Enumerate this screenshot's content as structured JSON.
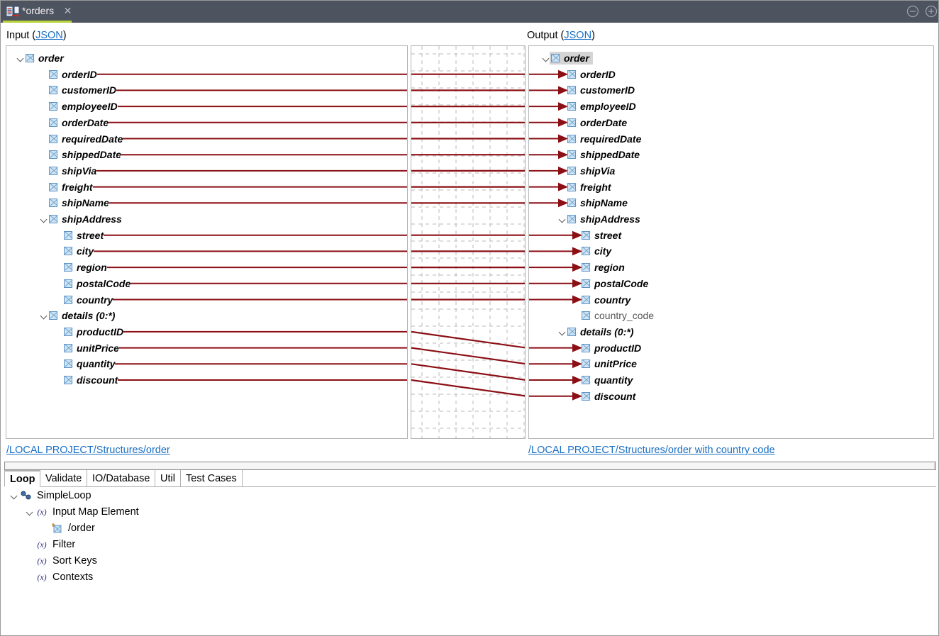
{
  "window": {
    "tab_title": "*orders",
    "tab_icon": "map-transform-icon",
    "close_icon": "close-icon",
    "minimize_icon": "minimize-icon",
    "maximize_icon": "maximize-icon",
    "accent_color": "#b7d13a",
    "titlebar_color": "#4e5360"
  },
  "input_panel": {
    "label_prefix": "Input (",
    "label_link": "JSON",
    "label_suffix": ")",
    "footer_link": "/LOCAL PROJECT/Structures/order",
    "tree": [
      {
        "label": "order",
        "indent": 0,
        "twisty": true,
        "checkbox": true,
        "style": "bold-italic",
        "connected": false
      },
      {
        "label": "orderID",
        "indent": 1,
        "twisty": false,
        "checkbox": true,
        "style": "bold-italic",
        "connected": true
      },
      {
        "label": "customerID",
        "indent": 1,
        "twisty": false,
        "checkbox": true,
        "style": "bold-italic",
        "connected": true
      },
      {
        "label": "employeeID",
        "indent": 1,
        "twisty": false,
        "checkbox": true,
        "style": "bold-italic",
        "connected": true
      },
      {
        "label": "orderDate",
        "indent": 1,
        "twisty": false,
        "checkbox": true,
        "style": "bold-italic",
        "connected": true
      },
      {
        "label": "requiredDate",
        "indent": 1,
        "twisty": false,
        "checkbox": true,
        "style": "bold-italic",
        "connected": true
      },
      {
        "label": "shippedDate",
        "indent": 1,
        "twisty": false,
        "checkbox": true,
        "style": "bold-italic",
        "connected": true
      },
      {
        "label": "shipVia",
        "indent": 1,
        "twisty": false,
        "checkbox": true,
        "style": "bold-italic",
        "connected": true
      },
      {
        "label": "freight",
        "indent": 1,
        "twisty": false,
        "checkbox": true,
        "style": "bold-italic",
        "connected": true
      },
      {
        "label": "shipName",
        "indent": 1,
        "twisty": false,
        "checkbox": true,
        "style": "bold-italic",
        "connected": true
      },
      {
        "label": "shipAddress",
        "indent": 1,
        "twisty": true,
        "checkbox": true,
        "style": "bold-italic",
        "connected": false
      },
      {
        "label": "street",
        "indent": 2,
        "twisty": false,
        "checkbox": true,
        "style": "bold-italic",
        "connected": true
      },
      {
        "label": "city",
        "indent": 2,
        "twisty": false,
        "checkbox": true,
        "style": "bold-italic",
        "connected": true
      },
      {
        "label": "region",
        "indent": 2,
        "twisty": false,
        "checkbox": true,
        "style": "bold-italic",
        "connected": true
      },
      {
        "label": "postalCode",
        "indent": 2,
        "twisty": false,
        "checkbox": true,
        "style": "bold-italic",
        "connected": true
      },
      {
        "label": "country",
        "indent": 2,
        "twisty": false,
        "checkbox": true,
        "style": "bold-italic",
        "connected": true
      },
      {
        "label": "details (0:*)",
        "indent": 1,
        "twisty": true,
        "checkbox": true,
        "style": "bold-italic",
        "connected": false
      },
      {
        "label": "productID",
        "indent": 2,
        "twisty": false,
        "checkbox": true,
        "style": "bold-italic",
        "connected": true
      },
      {
        "label": "unitPrice",
        "indent": 2,
        "twisty": false,
        "checkbox": true,
        "style": "bold-italic",
        "connected": true
      },
      {
        "label": "quantity",
        "indent": 2,
        "twisty": false,
        "checkbox": true,
        "style": "bold-italic",
        "connected": true
      },
      {
        "label": "discount",
        "indent": 2,
        "twisty": false,
        "checkbox": true,
        "style": "bold-italic",
        "connected": true
      }
    ]
  },
  "output_panel": {
    "label_prefix": "Output (",
    "label_link": "JSON",
    "label_suffix": ")",
    "footer_link": "/LOCAL PROJECT/Structures/order with country code",
    "tree": [
      {
        "label": "order",
        "indent": 0,
        "twisty": true,
        "checkbox": true,
        "style": "bold-italic",
        "selected": true,
        "arrow": false
      },
      {
        "label": "orderID",
        "indent": 1,
        "twisty": false,
        "checkbox": true,
        "style": "bold-italic",
        "selected": false,
        "arrow": true
      },
      {
        "label": "customerID",
        "indent": 1,
        "twisty": false,
        "checkbox": true,
        "style": "bold-italic",
        "selected": false,
        "arrow": true
      },
      {
        "label": "employeeID",
        "indent": 1,
        "twisty": false,
        "checkbox": true,
        "style": "bold-italic",
        "selected": false,
        "arrow": true
      },
      {
        "label": "orderDate",
        "indent": 1,
        "twisty": false,
        "checkbox": true,
        "style": "bold-italic",
        "selected": false,
        "arrow": true
      },
      {
        "label": "requiredDate",
        "indent": 1,
        "twisty": false,
        "checkbox": true,
        "style": "bold-italic",
        "selected": false,
        "arrow": true
      },
      {
        "label": "shippedDate",
        "indent": 1,
        "twisty": false,
        "checkbox": true,
        "style": "bold-italic",
        "selected": false,
        "arrow": true
      },
      {
        "label": "shipVia",
        "indent": 1,
        "twisty": false,
        "checkbox": true,
        "style": "bold-italic",
        "selected": false,
        "arrow": true
      },
      {
        "label": "freight",
        "indent": 1,
        "twisty": false,
        "checkbox": true,
        "style": "bold-italic",
        "selected": false,
        "arrow": true
      },
      {
        "label": "shipName",
        "indent": 1,
        "twisty": false,
        "checkbox": true,
        "style": "bold-italic",
        "selected": false,
        "arrow": true
      },
      {
        "label": "shipAddress",
        "indent": 1,
        "twisty": true,
        "checkbox": true,
        "style": "bold-italic",
        "selected": false,
        "arrow": false
      },
      {
        "label": "street",
        "indent": 2,
        "twisty": false,
        "checkbox": true,
        "style": "bold-italic",
        "selected": false,
        "arrow": true
      },
      {
        "label": "city",
        "indent": 2,
        "twisty": false,
        "checkbox": true,
        "style": "bold-italic",
        "selected": false,
        "arrow": true
      },
      {
        "label": "region",
        "indent": 2,
        "twisty": false,
        "checkbox": true,
        "style": "bold-italic",
        "selected": false,
        "arrow": true
      },
      {
        "label": "postalCode",
        "indent": 2,
        "twisty": false,
        "checkbox": true,
        "style": "bold-italic",
        "selected": false,
        "arrow": true
      },
      {
        "label": "country",
        "indent": 2,
        "twisty": false,
        "checkbox": true,
        "style": "bold-italic",
        "selected": false,
        "arrow": true
      },
      {
        "label": "country_code",
        "indent": 2,
        "twisty": false,
        "checkbox": true,
        "style": "plain",
        "selected": false,
        "arrow": false
      },
      {
        "label": "details (0:*)",
        "indent": 1,
        "twisty": true,
        "checkbox": true,
        "style": "bold-italic",
        "selected": false,
        "arrow": false
      },
      {
        "label": "productID",
        "indent": 2,
        "twisty": false,
        "checkbox": true,
        "style": "bold-italic",
        "selected": false,
        "arrow": true
      },
      {
        "label": "unitPrice",
        "indent": 2,
        "twisty": false,
        "checkbox": true,
        "style": "bold-italic",
        "selected": false,
        "arrow": true
      },
      {
        "label": "quantity",
        "indent": 2,
        "twisty": false,
        "checkbox": true,
        "style": "bold-italic",
        "selected": false,
        "arrow": true
      },
      {
        "label": "discount",
        "indent": 2,
        "twisty": false,
        "checkbox": true,
        "style": "bold-italic",
        "selected": false,
        "arrow": true
      }
    ]
  },
  "mapping": {
    "line_color": "#8b0f14",
    "grid_color": "#b9b9b9",
    "links": [
      {
        "from": "orderID",
        "to": "orderID"
      },
      {
        "from": "customerID",
        "to": "customerID"
      },
      {
        "from": "employeeID",
        "to": "employeeID"
      },
      {
        "from": "orderDate",
        "to": "orderDate"
      },
      {
        "from": "requiredDate",
        "to": "requiredDate"
      },
      {
        "from": "shippedDate",
        "to": "shippedDate"
      },
      {
        "from": "shipVia",
        "to": "shipVia"
      },
      {
        "from": "freight",
        "to": "freight"
      },
      {
        "from": "shipName",
        "to": "shipName"
      },
      {
        "from": "street",
        "to": "street"
      },
      {
        "from": "city",
        "to": "city"
      },
      {
        "from": "region",
        "to": "region"
      },
      {
        "from": "postalCode",
        "to": "postalCode"
      },
      {
        "from": "country",
        "to": "country"
      },
      {
        "from": "productID",
        "to": "productID"
      },
      {
        "from": "unitPrice",
        "to": "unitPrice"
      },
      {
        "from": "quantity",
        "to": "quantity"
      },
      {
        "from": "discount",
        "to": "discount"
      }
    ]
  },
  "bottom": {
    "tabs": [
      {
        "label": "Loop",
        "active": true
      },
      {
        "label": "Validate",
        "active": false
      },
      {
        "label": "IO/Database",
        "active": false
      },
      {
        "label": "Util",
        "active": false
      },
      {
        "label": "Test Cases",
        "active": false
      }
    ],
    "tree": [
      {
        "label": "SimpleLoop",
        "indent": 0,
        "twisty": true,
        "icon": "loop-icon"
      },
      {
        "label": "Input Map Element",
        "indent": 1,
        "twisty": true,
        "icon": "function-icon"
      },
      {
        "label": "/order",
        "indent": 2,
        "twisty": false,
        "icon": "element-ref-icon"
      },
      {
        "label": "Filter",
        "indent": 1,
        "twisty": false,
        "icon": "function-icon"
      },
      {
        "label": "Sort Keys",
        "indent": 1,
        "twisty": false,
        "icon": "function-icon"
      },
      {
        "label": "Contexts",
        "indent": 1,
        "twisty": false,
        "icon": "function-icon"
      }
    ]
  }
}
